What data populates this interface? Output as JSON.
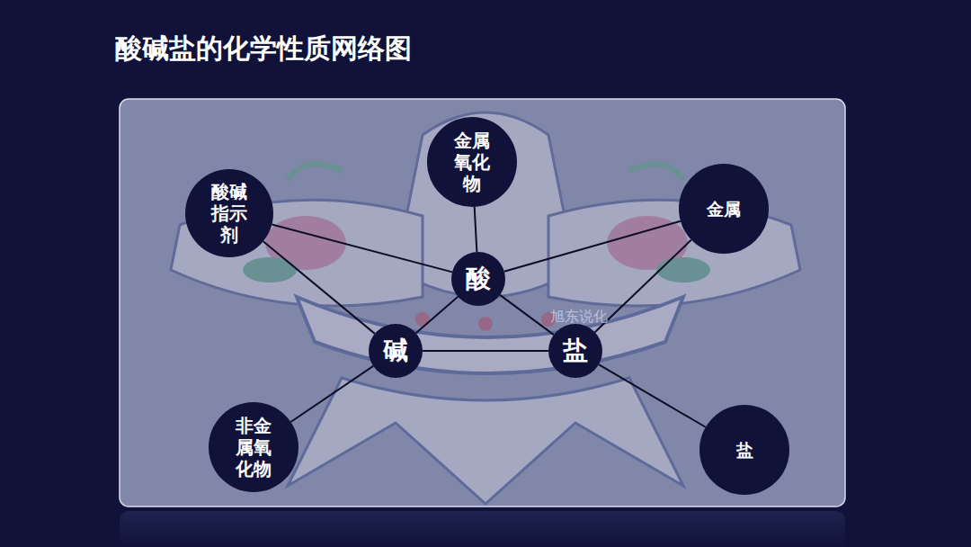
{
  "diagram": {
    "title": "酸碱盐的化学性质网络图",
    "nodes": [
      {
        "text": [
          "金属氧化物"
        ]
      },
      {
        "text": [
          "酸碱指示剂"
        ]
      },
      {
        "text": [
          "金属"
        ]
      },
      {
        "text": [
          "酸"
        ]
      },
      {
        "text": [
          "碱"
        ]
      },
      {
        "text": [
          "盐"
        ]
      },
      {
        "text": [
          "非金属氧化物"
        ]
      },
      {
        "text": [
          "盐"
        ]
      }
    ],
    "edges": [
      {
        "from": 1,
        "to": 3,
        "arrow": "none"
      },
      {
        "from": 1,
        "to": 4,
        "arrow": "none"
      },
      {
        "from": 0,
        "to": 3,
        "arrow": "none"
      },
      {
        "from": 2,
        "to": 3,
        "arrow": "none"
      },
      {
        "from": 2,
        "to": 5,
        "arrow": "none"
      },
      {
        "from": 3,
        "to": 4,
        "arrow": "none"
      },
      {
        "from": 3,
        "to": 5,
        "arrow": "none"
      },
      {
        "from": 4,
        "to": 5,
        "arrow": "none"
      },
      {
        "from": 6,
        "to": 4,
        "arrow": "none"
      },
      {
        "from": 5,
        "to": 7,
        "arrow": "none"
      }
    ],
    "labels": [
      "旭东说化"
    ]
  }
}
